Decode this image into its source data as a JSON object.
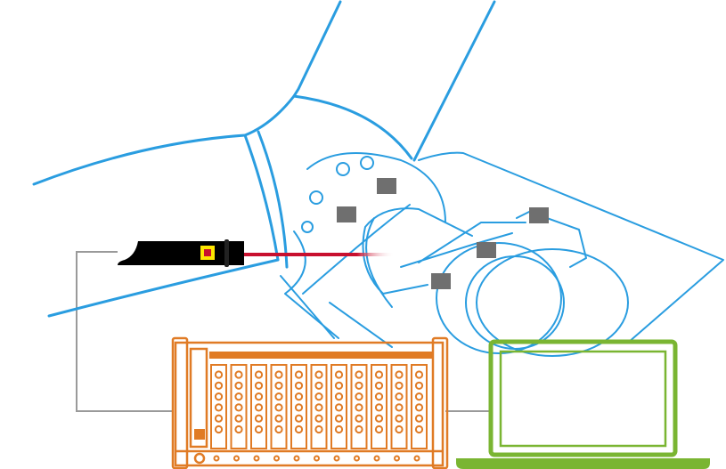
{
  "colors": {
    "turbine_line": "#2a9de0",
    "sensor": "#6f6f6f",
    "laser_body": "#000000",
    "laser_beam": "#c8102e",
    "laser_label_bg": "#ffe600",
    "laser_label_mark": "#c8102e",
    "daq_rack": "#e07b25",
    "laptop": "#7ab532",
    "cable": "#9a9a9a"
  },
  "icons": {
    "laser_sensor": "laser-warning-icon",
    "daq_rack": "data-acquisition-rack",
    "laptop": "laptop",
    "sensors": "accelerometer-sensor"
  },
  "daq": {
    "module_count": 11,
    "inputs_per_module": 6
  },
  "sensor_count": 5
}
